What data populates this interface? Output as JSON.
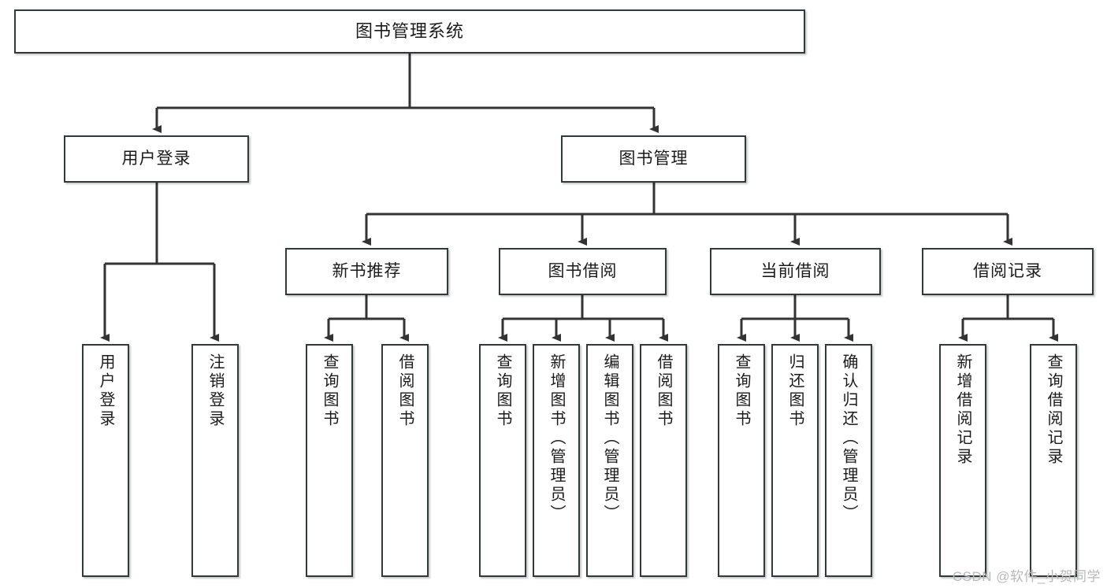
{
  "diagram": {
    "title": "图书管理系统",
    "watermark": "CSDN @软件_小贺同学",
    "colors": {
      "border": "#33393b",
      "background": "#ffffff",
      "edge": "#333333",
      "text": "#1b1b1b",
      "watermark": "#b9b9b9"
    },
    "nodes": {
      "root": {
        "label": "图书管理系统"
      },
      "level2": [
        {
          "label": "用户登录"
        },
        {
          "label": "图书管理"
        }
      ],
      "level3": [
        {
          "label": "新书推荐"
        },
        {
          "label": "图书借阅"
        },
        {
          "label": "当前借阅"
        },
        {
          "label": "借阅记录"
        }
      ],
      "leaves": {
        "user_login": [
          {
            "label": "用户登录"
          },
          {
            "label": "注销登录"
          }
        ],
        "new_book": [
          {
            "label": "查询图书"
          },
          {
            "label": "借阅图书"
          }
        ],
        "book_borrow": [
          {
            "label": "查询图书"
          },
          {
            "label": "新增图书（管理员）"
          },
          {
            "label": "编辑图书（管理员）"
          },
          {
            "label": "借阅图书"
          }
        ],
        "current_borrow": [
          {
            "label": "查询图书"
          },
          {
            "label": "归还图书"
          },
          {
            "label": "确认归还（管理员）"
          }
        ],
        "borrow_record": [
          {
            "label": "新增借阅记录"
          },
          {
            "label": "查询借阅记录"
          }
        ]
      }
    }
  }
}
